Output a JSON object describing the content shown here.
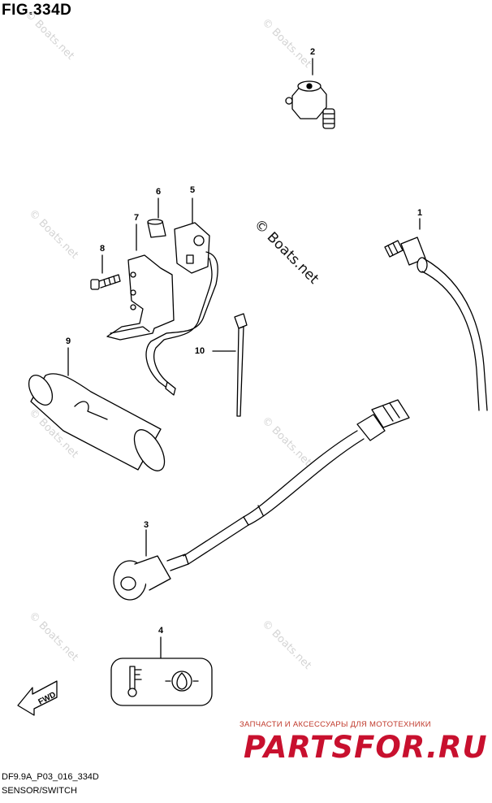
{
  "figure": {
    "title": "FIG.334D",
    "code": "DF9.9A_P03_016_334D",
    "caption": "SENSOR/SWITCH"
  },
  "callouts": [
    "1",
    "2",
    "3",
    "4",
    "5",
    "6",
    "7",
    "8",
    "9",
    "10"
  ],
  "watermark": {
    "small": "© Boats.net",
    "large": "© Boats.net"
  },
  "fwd_label": "FWD",
  "banner": {
    "line": "ЗАПЧАСТИ И АКСЕССУАРЫ ДЛЯ МОТОТЕХНИКИ",
    "logo": "PARTSFOR.RU",
    "color": "#c8102e"
  }
}
